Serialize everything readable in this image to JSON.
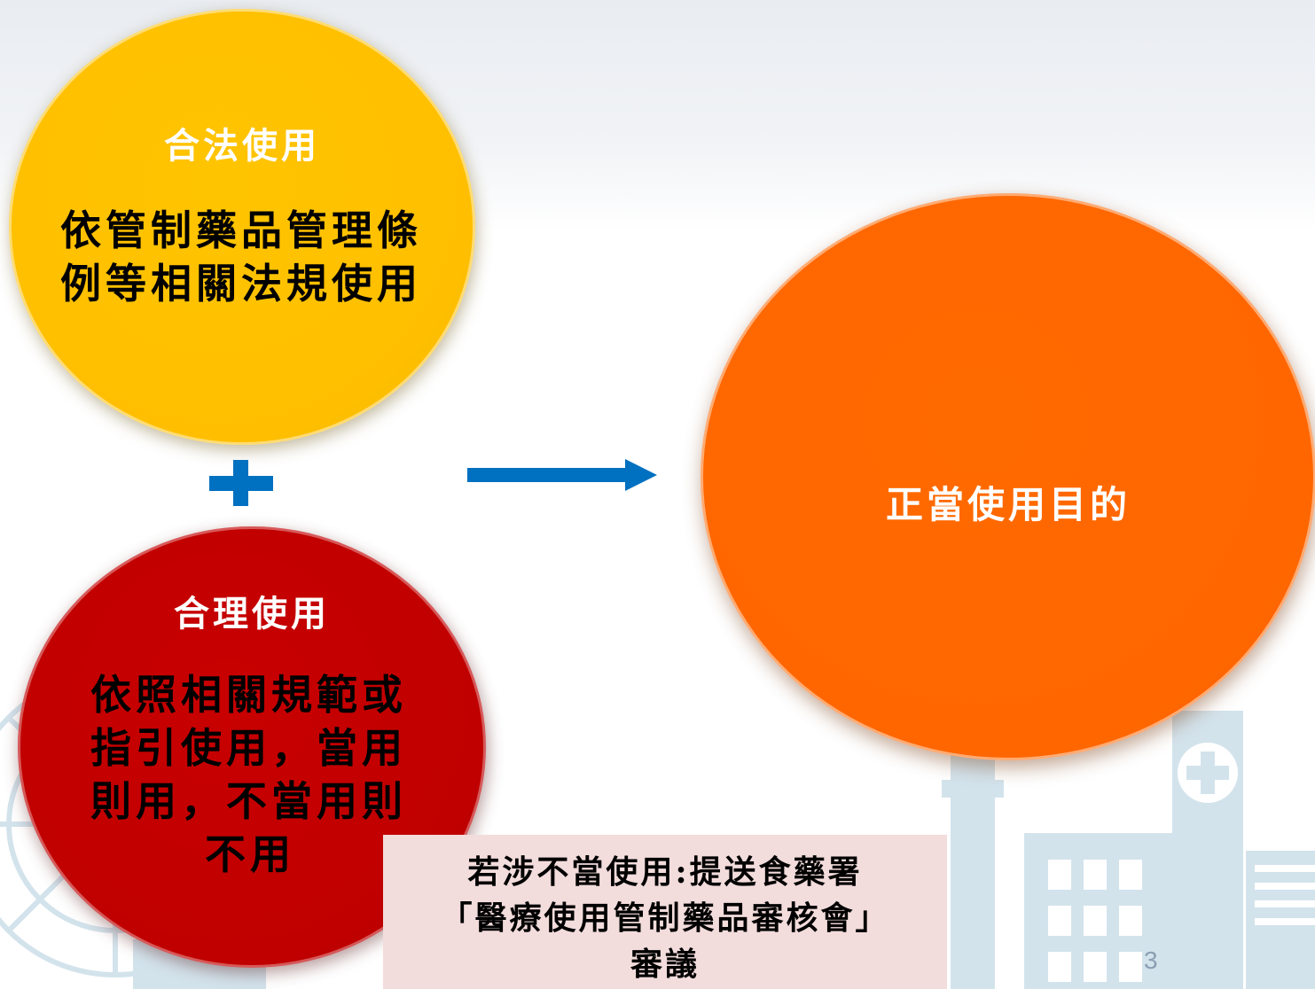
{
  "colors": {
    "legal_circle": "#ffc000",
    "reasonable_circle": "#c00000",
    "purpose_circle": "#ff6600",
    "connector_blue": "#0070c0",
    "note_background": "#f3dcdc",
    "city_silhouette": "#cfe0ea"
  },
  "legal_use": {
    "title": "合法使用",
    "lines": [
      "依管制藥品管理條",
      "例等相關法規使用"
    ]
  },
  "plus_icon": "plus-icon",
  "arrow_icon": "right-arrow-icon",
  "reasonable_use": {
    "title": "合理使用",
    "lines": [
      "依照相關規範或",
      "指引使用，當用",
      "則用，不當用則",
      "不用"
    ]
  },
  "purpose": {
    "title": "正當使用目的"
  },
  "note": {
    "lines": [
      "若涉不當使用:提送食藥署",
      "「醫療使用管制藥品審核會」",
      "審議"
    ]
  },
  "page_number": "3"
}
